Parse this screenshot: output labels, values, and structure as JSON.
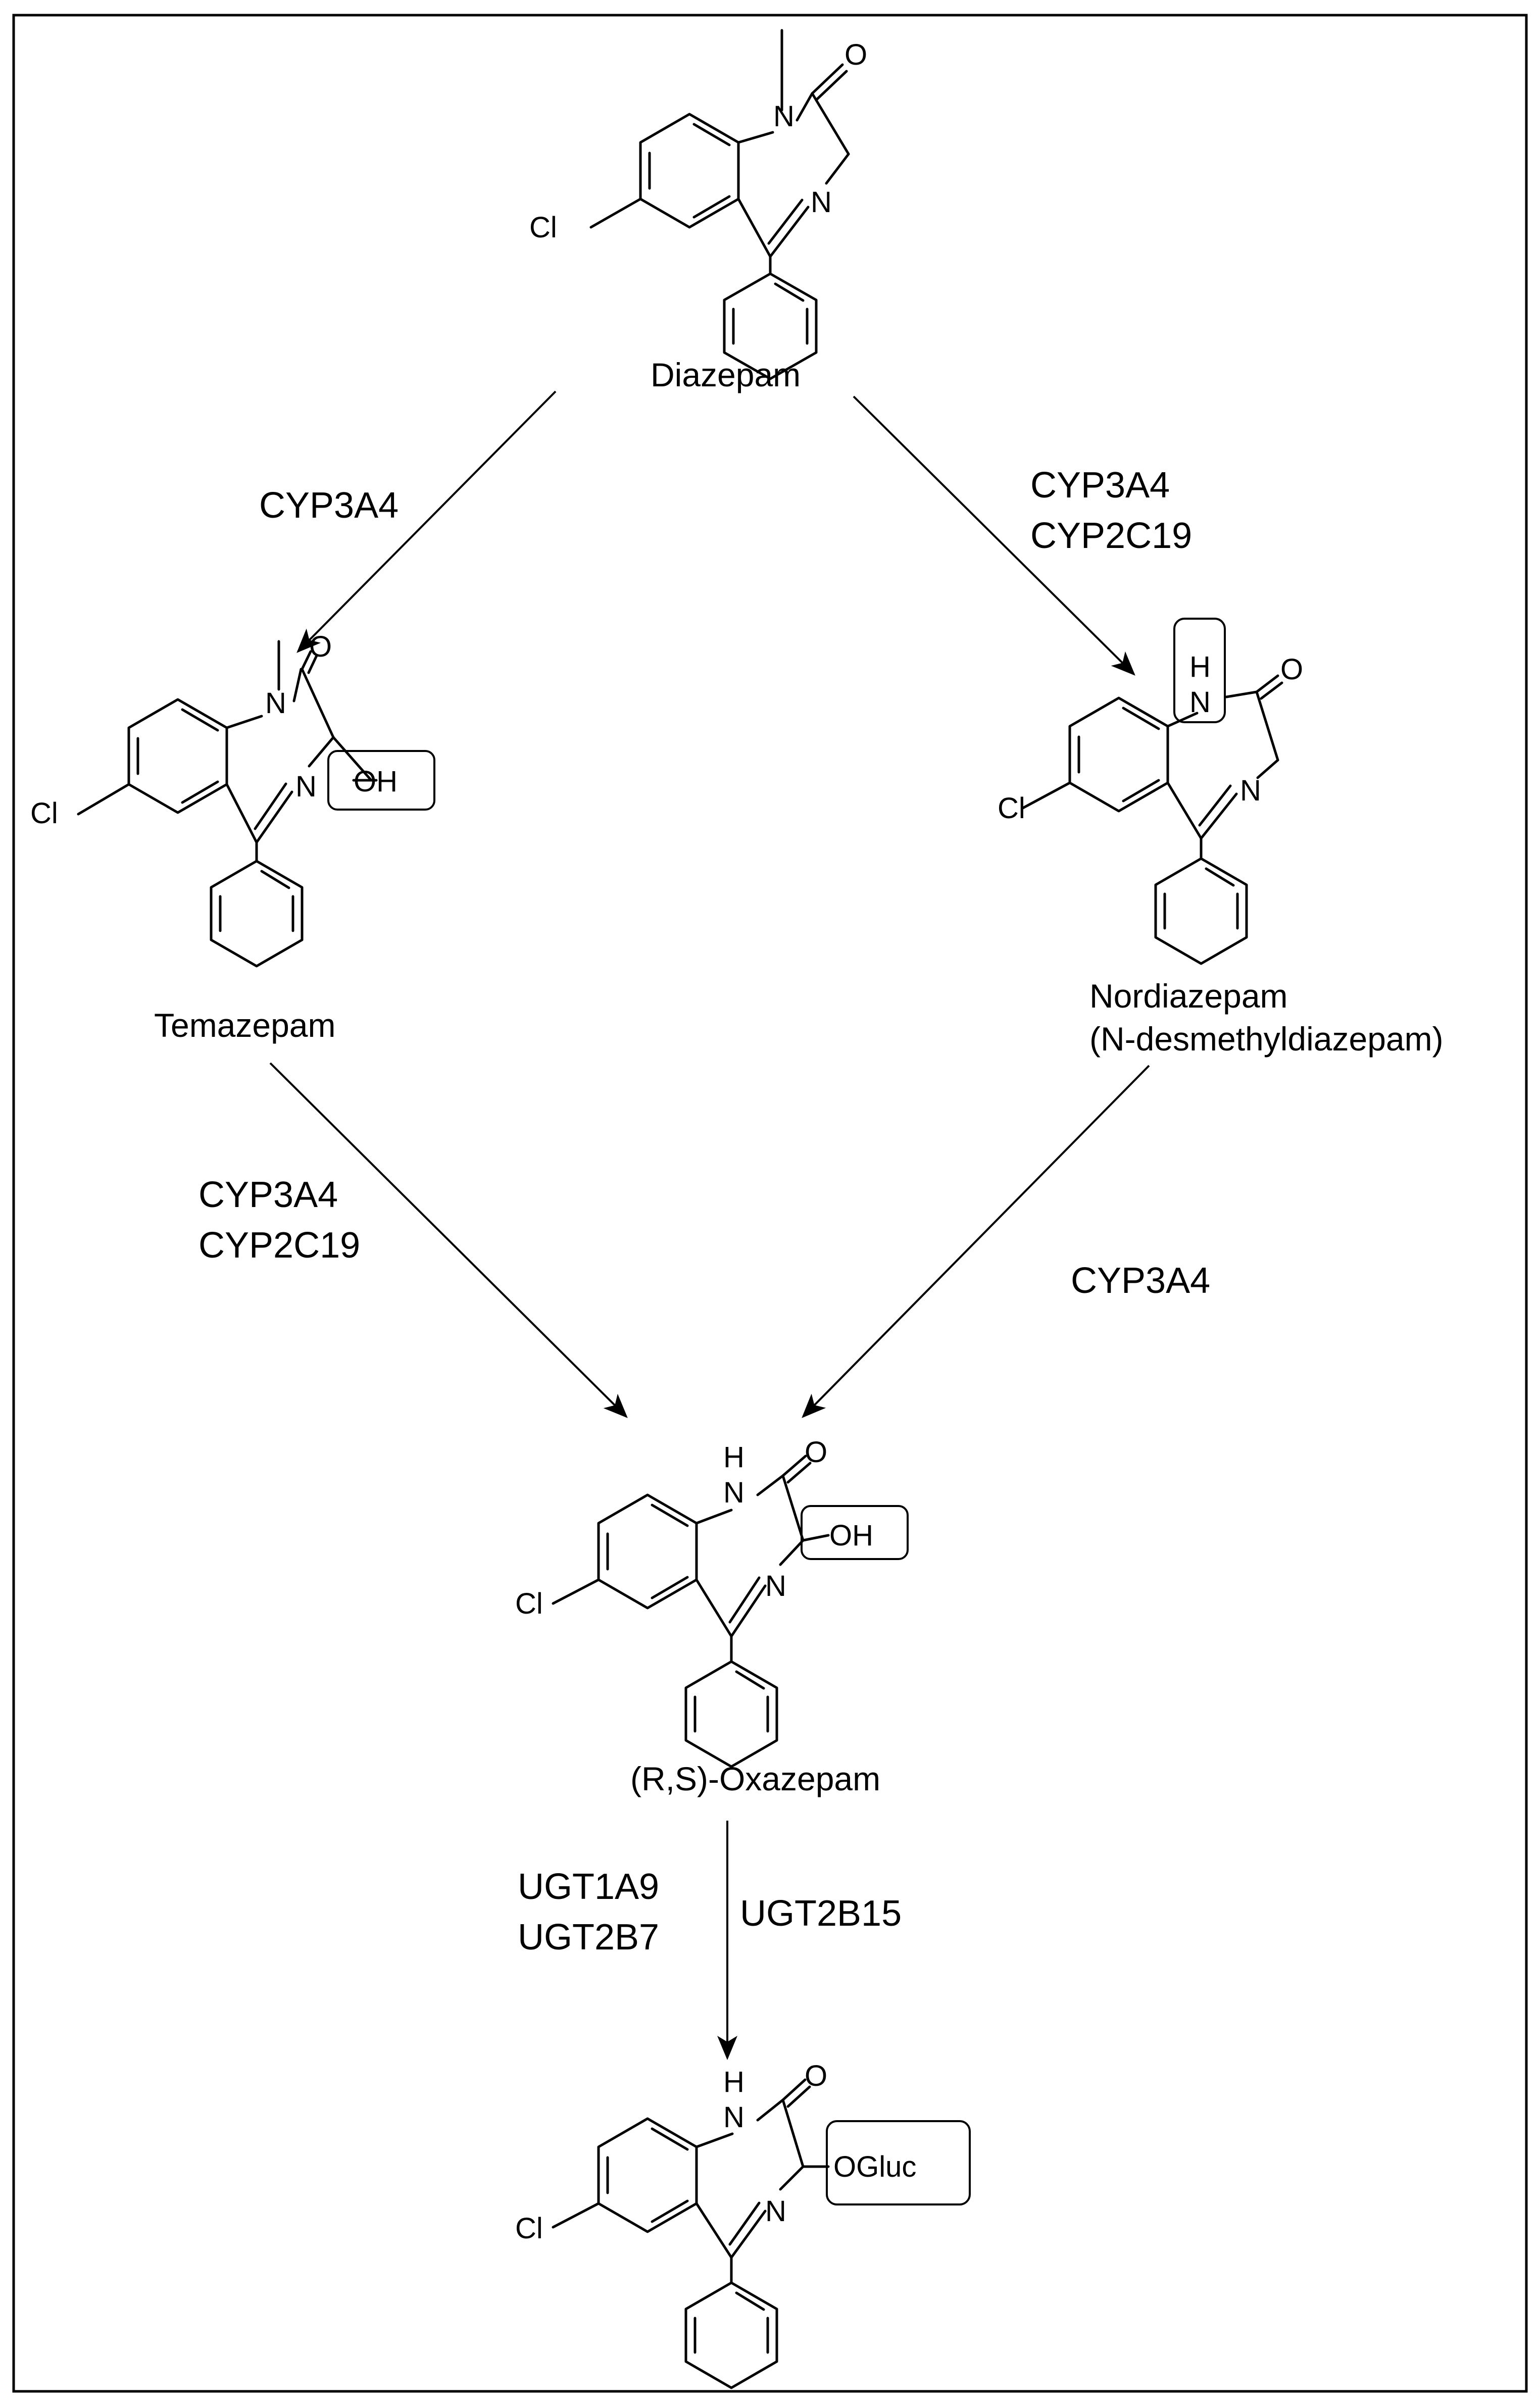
{
  "compounds": {
    "diazepam": {
      "name": "Diazepam",
      "atoms": {
        "n_methyl": "N",
        "o_carbonyl": "O",
        "n_imine": "N",
        "cl": "Cl"
      }
    },
    "temazepam": {
      "name": "Temazepam",
      "atoms": {
        "n_methyl": "N",
        "o_carbonyl": "O",
        "n_imine": "N",
        "cl": "Cl",
        "oh": "OH"
      }
    },
    "nordiazepam": {
      "name": "Nordiazepam",
      "alt_name": "(N-desmethyldiazepam)",
      "atoms": {
        "nh": "H",
        "n_amide": "N",
        "o_carbonyl": "O",
        "n_imine": "N",
        "cl": "Cl"
      }
    },
    "oxazepam": {
      "name": "(R,S)-Oxazepam",
      "atoms": {
        "h": "H",
        "n_amide": "N",
        "o_carbonyl": "O",
        "n_imine": "N",
        "cl": "Cl",
        "oh": "OH"
      }
    },
    "glucuronide": {
      "atoms": {
        "h": "H",
        "n_amide": "N",
        "o_carbonyl": "O",
        "n_imine": "N",
        "cl": "Cl",
        "ogluc": "OGluc"
      }
    }
  },
  "reactions": {
    "diazepam_to_temazepam": {
      "enzymes": [
        "CYP3A4"
      ]
    },
    "diazepam_to_nordiazepam": {
      "enzymes": [
        "CYP3A4",
        "CYP2C19"
      ]
    },
    "temazepam_to_oxazepam": {
      "enzymes": [
        "CYP3A4",
        "CYP2C19"
      ]
    },
    "nordiazepam_to_oxazepam": {
      "enzymes": [
        "CYP3A4"
      ]
    },
    "oxazepam_to_glucuronide": {
      "enzymes_left": [
        "UGT1A9",
        "UGT2B7"
      ],
      "enzymes_right": [
        "UGT2B15"
      ]
    }
  }
}
